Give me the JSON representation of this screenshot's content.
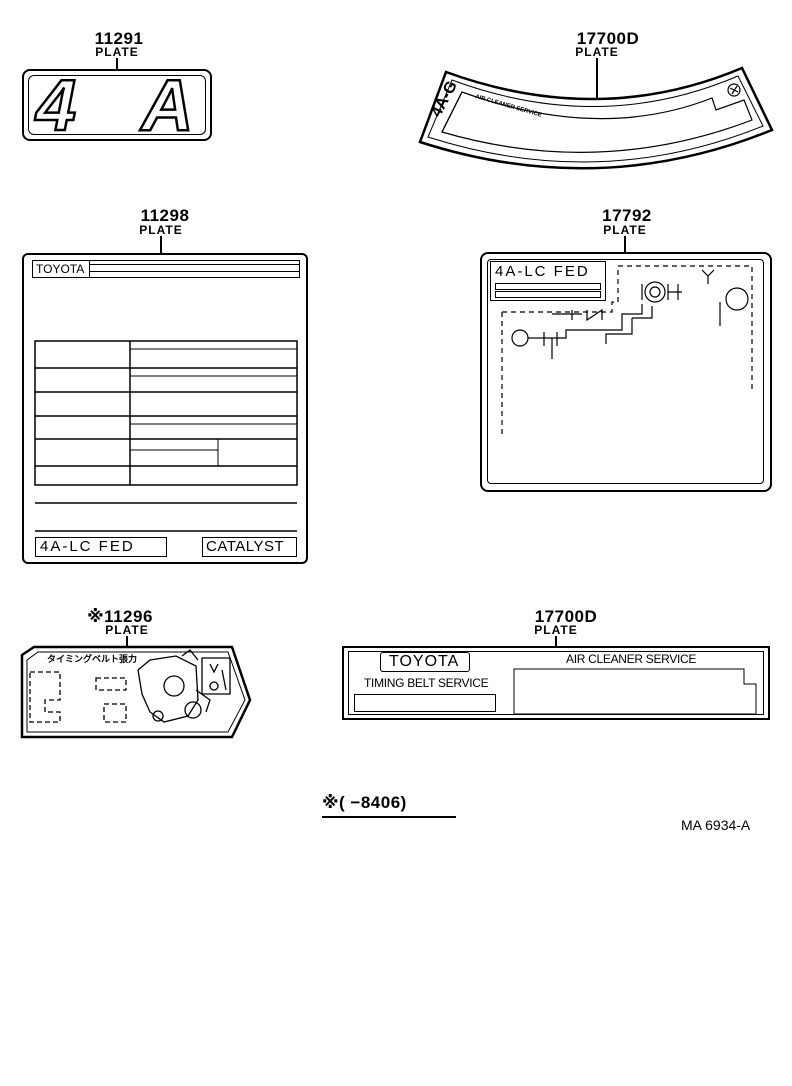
{
  "parts": {
    "p11291": {
      "number": "11291",
      "label": "PLATE",
      "badge": "4 A"
    },
    "p17700d_curved": {
      "number": "17700D",
      "label": "PLATE",
      "engine": "4A-G",
      "text": "AIR CLEANER SERVICE"
    },
    "p11298": {
      "number": "11298",
      "label": "PLATE",
      "brand": "TOYOTA",
      "engine": "4A-LC FED",
      "tag": "CATALYST"
    },
    "p17792": {
      "number": "17792",
      "label": "PLATE",
      "engine": "4A-LC FED"
    },
    "p11296": {
      "number": "※11296",
      "label": "PLATE",
      "text": "タイミングベルト張力"
    },
    "p17700d_flat": {
      "number": "17700D",
      "label": "PLATE",
      "brand": "TOYOTA",
      "left_text": "TIMING BELT SERVICE",
      "right_text": "AIR CLEANER SERVICE"
    }
  },
  "footnote": "※(      −8406)",
  "ref": "MA  6934-A"
}
